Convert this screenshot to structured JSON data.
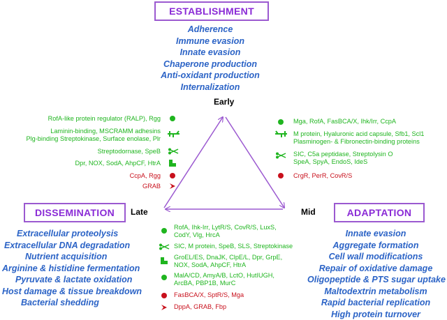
{
  "phases": {
    "establishment": {
      "title": "ESTABLISHMENT",
      "items": [
        "Adherence",
        "Immune evasion",
        "Innate evasion",
        "Chaperone production",
        "Anti-oxidant production",
        "Internalization"
      ]
    },
    "dissemination": {
      "title": "DISSEMINATION",
      "items": [
        "Extracellular proteolysis",
        "Extracellular DNA degradation",
        "Nutrient acquisition",
        "Arginine & histidine fermentation",
        "Pyruvate & lactate oxidation",
        "Host damage & tissue breakdown",
        "Bacterial shedding"
      ]
    },
    "adaptation": {
      "title": "ADAPTATION",
      "items": [
        "Innate evasion",
        "Aggregate formation",
        "Cell wall modifications",
        "Repair of oxidative damage",
        "Oligopeptide & PTS sugar uptake",
        "Maltodextrin metabolism",
        "Rapid bacterial replication",
        "High protein turnover"
      ]
    }
  },
  "stages": {
    "early": "Early",
    "mid": "Mid",
    "late": "Late"
  },
  "early_left": [
    {
      "lines": [
        "RofA-like protein regulator (RALP), Rgg"
      ],
      "color": "#1fb51f",
      "icon": "dot-icon"
    },
    {
      "lines": [
        "Laminin-binding, MSCRAMM adhesins",
        "Plg-binding Streptokinase, Surface enolase, Plr"
      ],
      "color": "#1fb51f",
      "icon": "adhesin-icon"
    },
    {
      "lines": [
        "Streptodornase, SpeB"
      ],
      "color": "#1fb51f",
      "icon": "scissors-icon"
    },
    {
      "lines": [
        "Dpr, NOX, SodA, AhpCF, HtrA"
      ],
      "color": "#1fb51f",
      "icon": "enzyme-icon"
    },
    {
      "lines": [
        "CcpA, Rgg"
      ],
      "color": "#c8101c",
      "icon": "dot-icon"
    },
    {
      "lines": [
        "GRAB"
      ],
      "color": "#c8101c",
      "icon": "arrowhead-icon"
    }
  ],
  "early_right": [
    {
      "lines": [
        "Mga, RofA, FasBCA/X, Ihk/Irr, CcpA"
      ],
      "color": "#1fb51f",
      "icon": "dot-icon"
    },
    {
      "lines": [
        "M protein, Hyaluronic acid capsule,  Sfb1, Scl1",
        "Plasminogen- & Fibronectin-binding proteins"
      ],
      "color": "#1fb51f",
      "icon": "adhesin-icon"
    },
    {
      "lines": [
        "SIC, C5a peptidase, Streptolysin O",
        "SpeA, SpyA, EndoS, IdeS"
      ],
      "color": "#1fb51f",
      "icon": "scissors-icon"
    },
    {
      "lines": [
        "CrgR, PerR, CovR/S"
      ],
      "color": "#c8101c",
      "icon": "dot-icon"
    }
  ],
  "mid_late": [
    {
      "lines": [
        "RofA, Ihk-Irr, LytR/S, CovR/S, LuxS,",
        "CodY, Vlg, HrcA"
      ],
      "color": "#1fb51f",
      "icon": "dot-icon"
    },
    {
      "lines": [
        "SIC, M protein, SpeB, SLS, Streptokinase"
      ],
      "color": "#1fb51f",
      "icon": "scissors-icon"
    },
    {
      "lines": [
        "GroEL/ES, DnaJK, ClpE/L, Dpr, GrpE,",
        "NOX, SodA, AhpCF, HtrA"
      ],
      "color": "#1fb51f",
      "icon": "enzyme-icon"
    },
    {
      "lines": [
        "MalA/CD, AmyA/B, LctO, HutIUGH,",
        "ArcBA, PBP1B, MurC"
      ],
      "color": "#1fb51f",
      "icon": "dot-icon"
    },
    {
      "lines": [
        "FasBCA/X, SptR/S, Mga"
      ],
      "color": "#c8101c",
      "icon": "dot-icon"
    },
    {
      "lines": [
        "DppA, GRAB, Fbp"
      ],
      "color": "#c8101c",
      "icon": "arrowhead-icon"
    }
  ]
}
